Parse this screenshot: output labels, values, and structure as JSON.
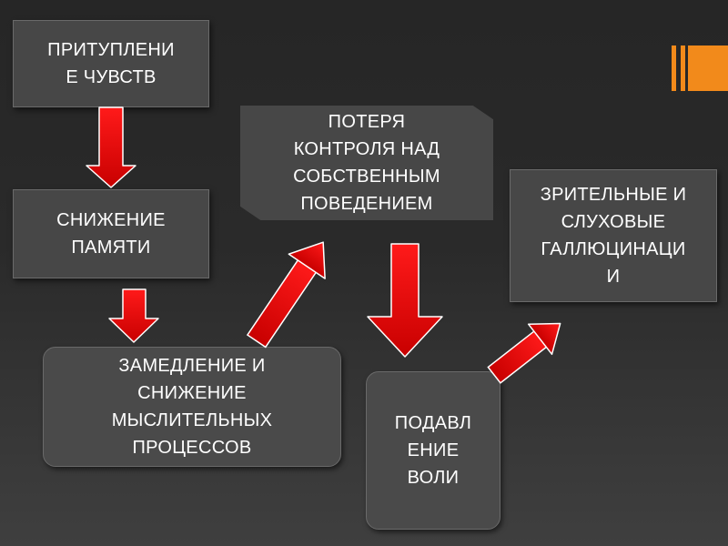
{
  "boxes": {
    "dulling": "ПРИТУПЛЕНИ\nЕ ЧУВСТВ",
    "memory": "СНИЖЕНИЕ\nПАМЯТИ",
    "thinking": "ЗАМЕДЛЕНИЕ И\nСНИЖЕНИЕ\nМЫСЛИТЕЛЬНЫХ\nПРОЦЕССОВ",
    "control": "ПОТЕРЯ\nКОНТРОЛЯ НАД\nСОБСТВЕННЫМ\nПОВЕДЕНИЕМ",
    "will": "ПОДАВЛ\nЕНИЕ\nВОЛИ",
    "hallucinations": "ЗРИТЕЛЬНЫЕ И\nСЛУХОВЫЕ\nГАЛЛЮЦИНАЦИ\nИ"
  },
  "colors": {
    "arrow": "#e8000b",
    "box": "#474747",
    "accent": "#f28a1b"
  },
  "icons": {
    "arrow": "red-block-arrow",
    "accent": "orange-bars"
  }
}
